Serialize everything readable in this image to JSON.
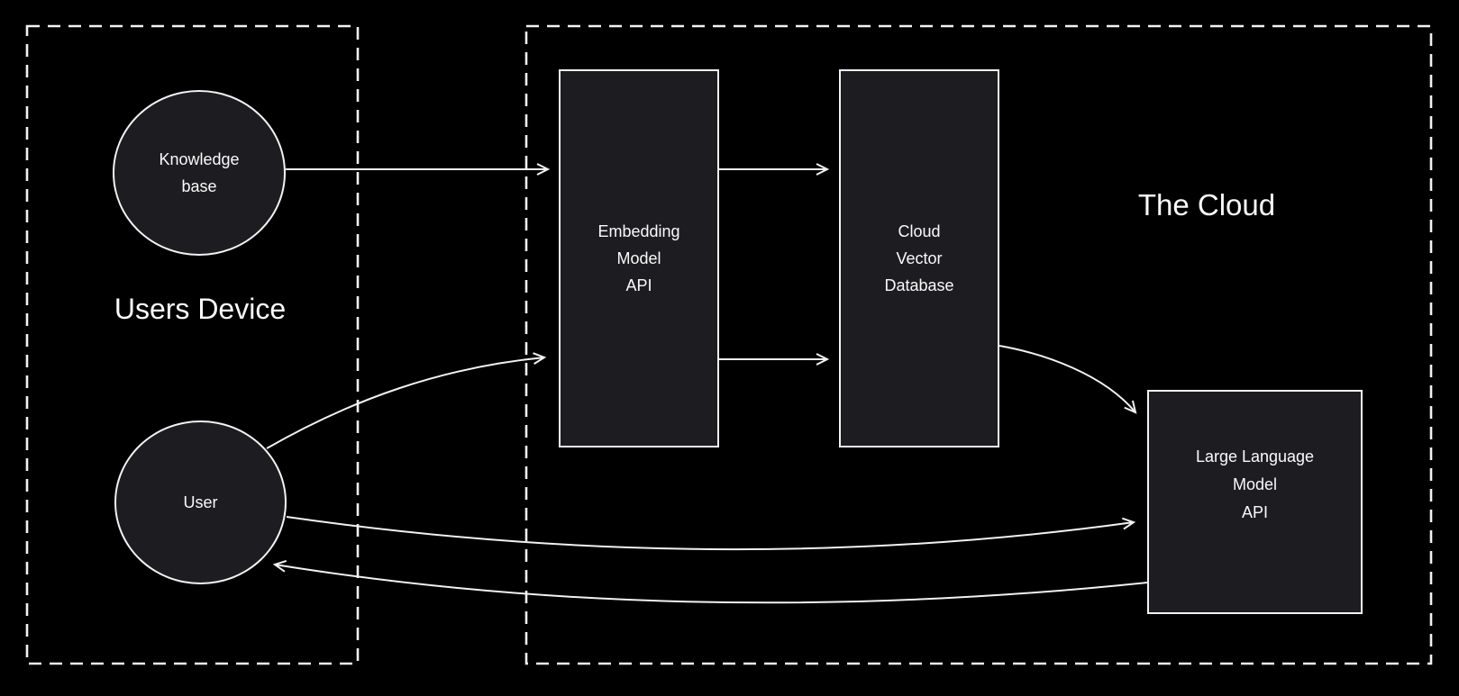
{
  "colors": {
    "background": "#000000",
    "node_fill": "#1d1d21",
    "stroke": "#f2f2f2",
    "text": "#fafafa"
  },
  "regions": {
    "users_device": {
      "line1": "Users",
      "line2": "Device"
    },
    "cloud": {
      "label": "The Cloud"
    }
  },
  "nodes": {
    "knowledge_base": {
      "line1": "Knowledge",
      "line2": "base"
    },
    "user": {
      "line1": "User"
    },
    "embedding": {
      "line1": "Embedding",
      "line2": "Model",
      "line3": "API"
    },
    "vector_db": {
      "line1": "Cloud",
      "line2": "Vector",
      "line3": "Database"
    },
    "llm": {
      "line1": "Large Language",
      "line2": "Model",
      "line3": "API"
    }
  },
  "edges": [
    {
      "from": "knowledge-base",
      "to": "embedding-model-api"
    },
    {
      "from": "embedding-model-api",
      "to": "cloud-vector-database"
    },
    {
      "from": "embedding-model-api",
      "to": "cloud-vector-database"
    },
    {
      "from": "user",
      "to": "embedding-model-api"
    },
    {
      "from": "cloud-vector-database",
      "to": "large-language-model-api"
    },
    {
      "from": "user",
      "to": "large-language-model-api"
    },
    {
      "from": "large-language-model-api",
      "to": "user"
    }
  ]
}
